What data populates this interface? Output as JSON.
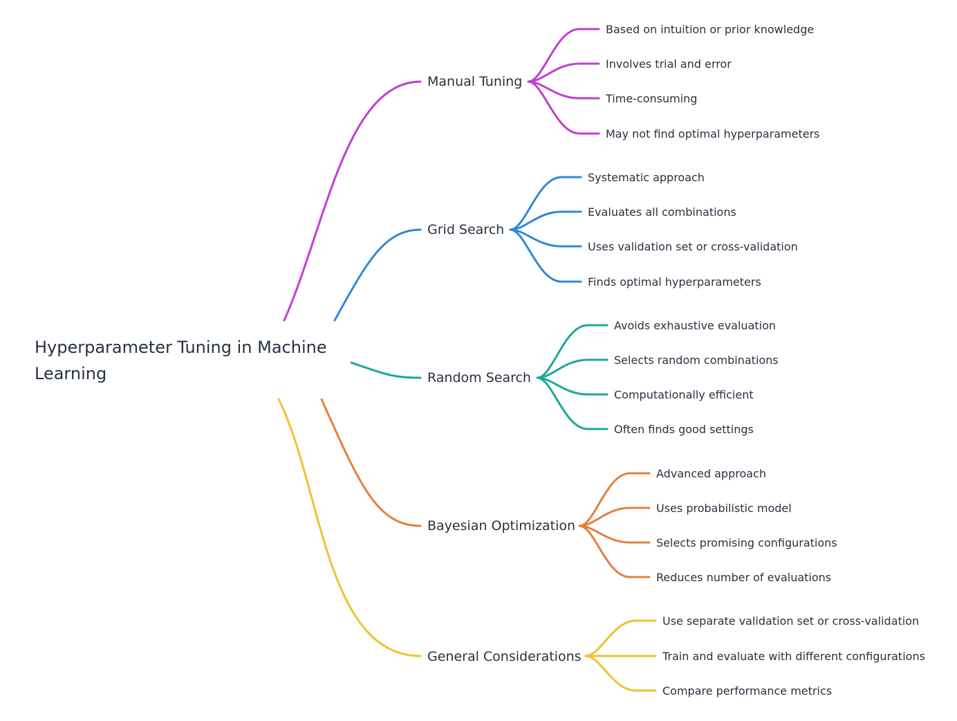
{
  "root": {
    "title_line1": "Hyperparameter Tuning in Machine",
    "title_line2": "Learning"
  },
  "branches": [
    {
      "label": "Manual Tuning",
      "color": "#c03ed1",
      "items": [
        "Based on intuition or prior knowledge",
        "Involves trial and error",
        "Time-consuming",
        "May not find optimal hyperparameters"
      ]
    },
    {
      "label": "Grid Search",
      "color": "#2f87d8",
      "items": [
        "Systematic approach",
        "Evaluates all combinations",
        "Uses validation set or cross-validation",
        "Finds optimal hyperparameters"
      ]
    },
    {
      "label": "Random Search",
      "color": "#1ca89a",
      "items": [
        "Avoids exhaustive evaluation",
        "Selects random combinations",
        "Computationally efficient",
        "Often finds good settings"
      ]
    },
    {
      "label": "Bayesian Optimization",
      "color": "#e2803e",
      "items": [
        "Advanced approach",
        "Uses probabilistic model",
        "Selects promising configurations",
        "Reduces number of evaluations"
      ]
    },
    {
      "label": "General Considerations",
      "color": "#f2c12e",
      "items": [
        "Use separate validation set or cross-validation",
        "Train and evaluate with different configurations",
        "Compare performance metrics"
      ]
    }
  ]
}
